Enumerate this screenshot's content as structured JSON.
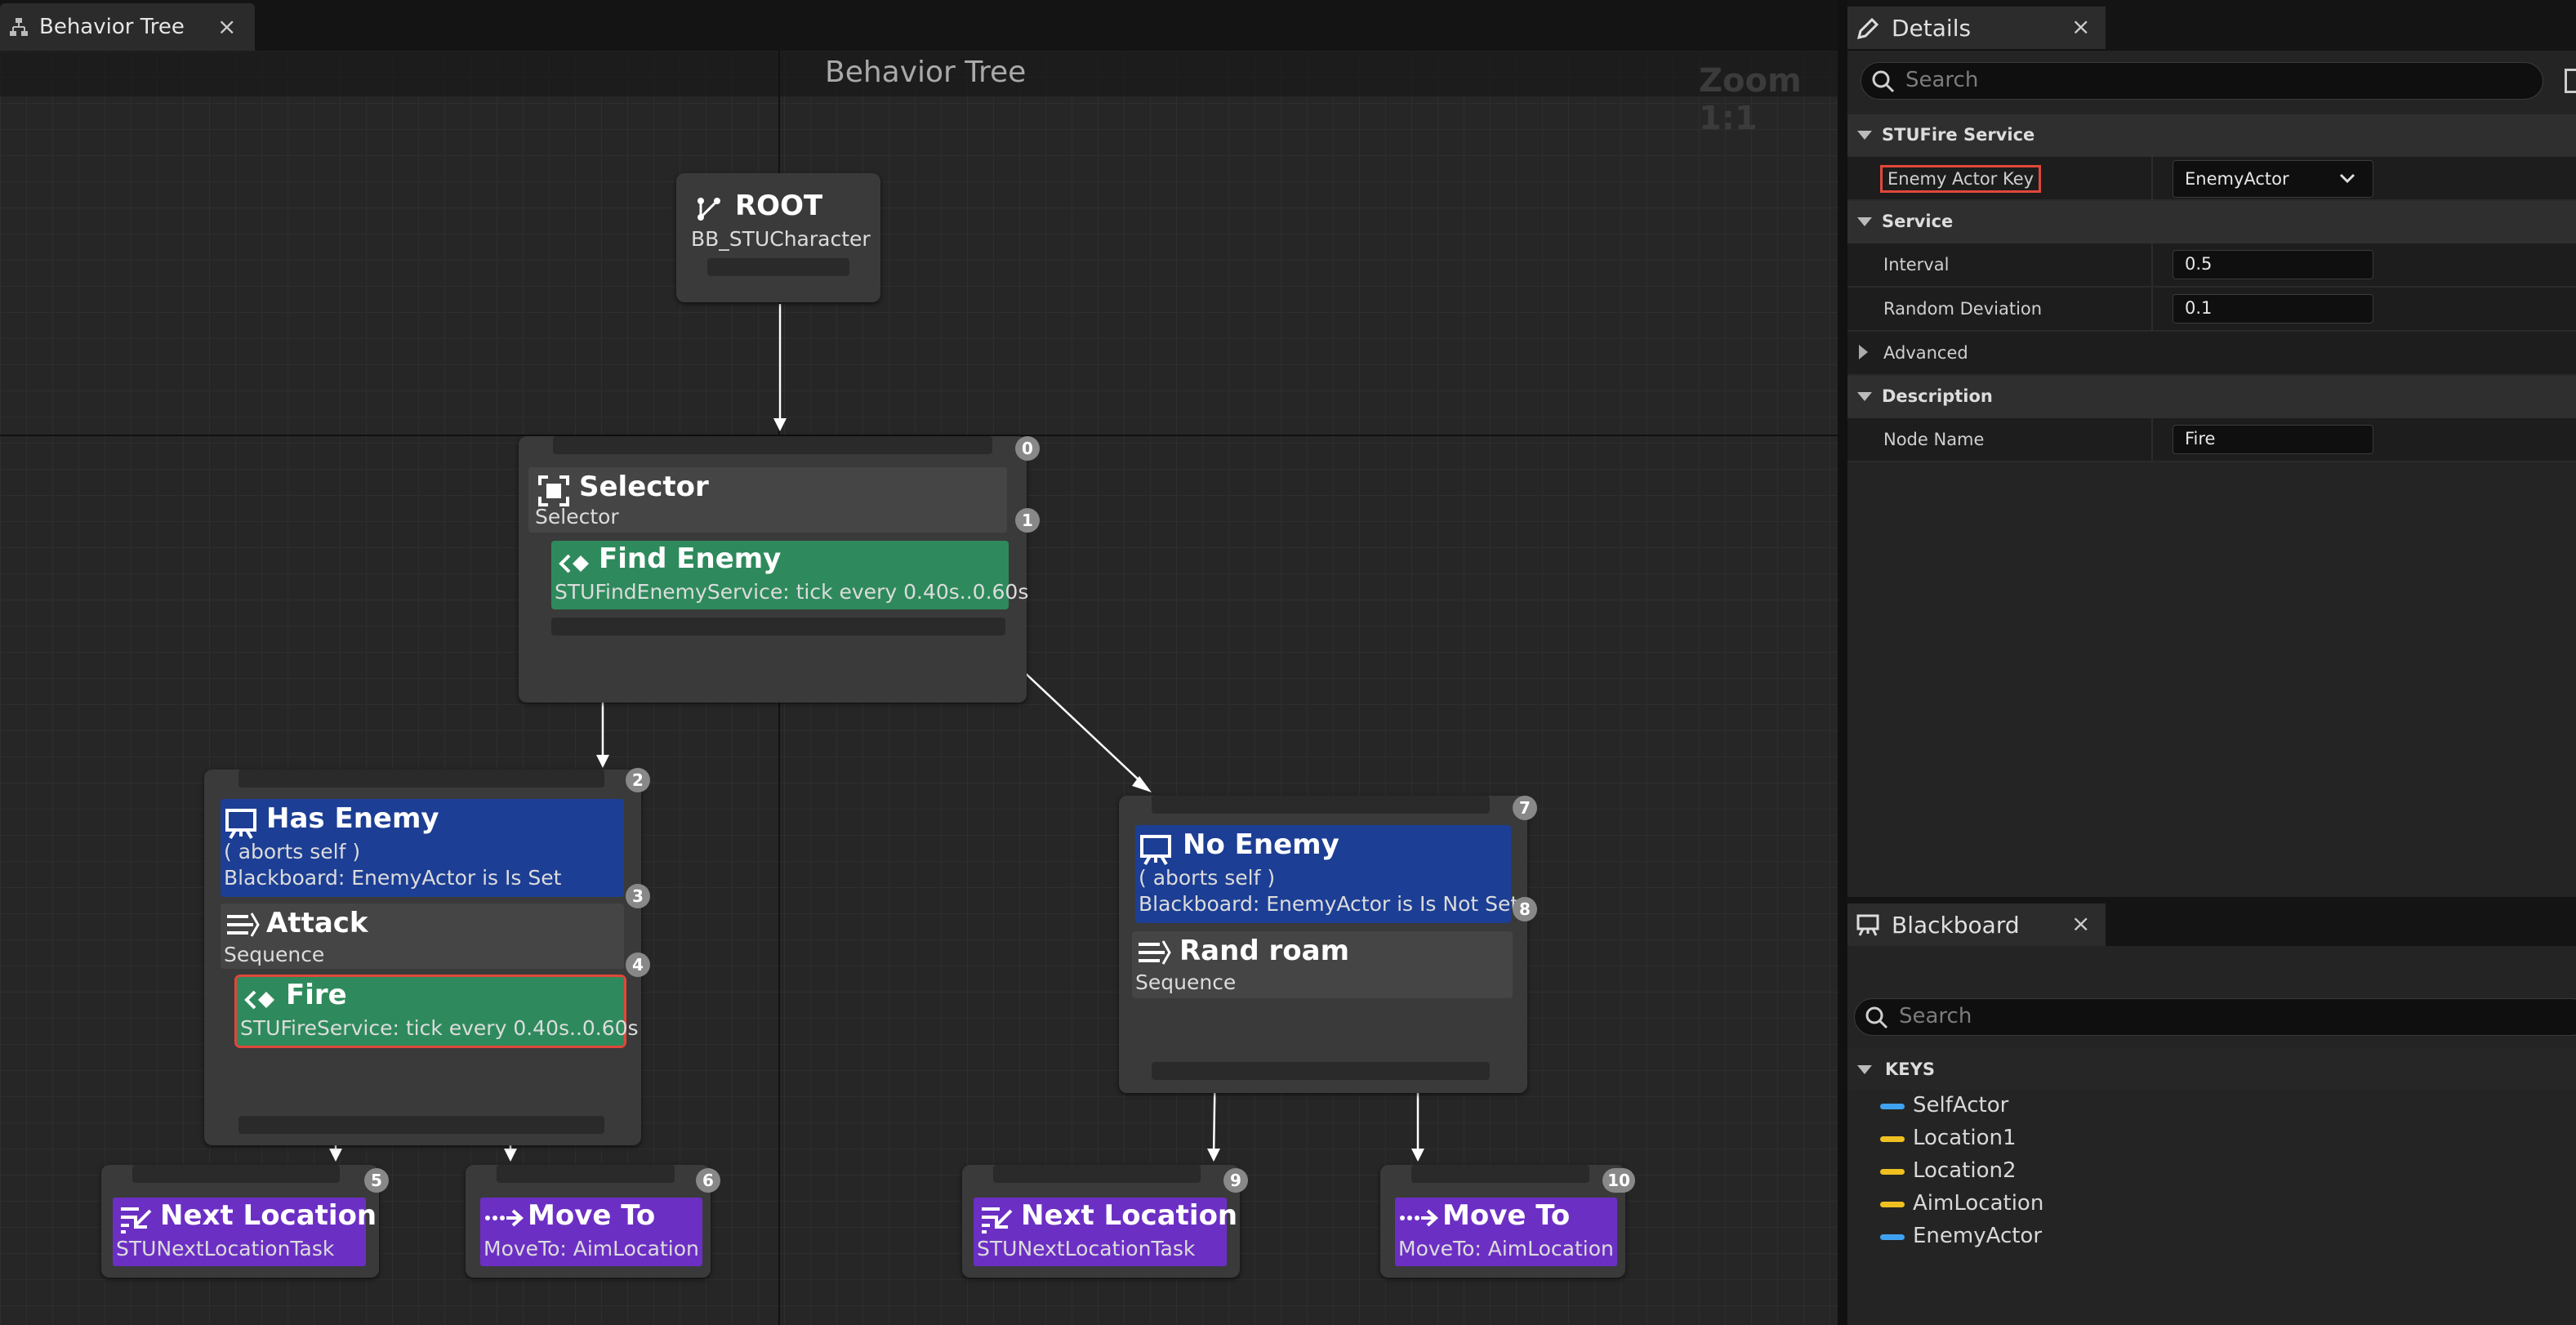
{
  "tab": {
    "title": "Behavior Tree",
    "close": "×"
  },
  "graph": {
    "title": "Behavior Tree",
    "zoom": "Zoom 1:1"
  },
  "nodes": {
    "root": {
      "title": "ROOT",
      "sub": "BB_STUCharacter"
    },
    "selector": {
      "index": "0",
      "title": "Selector",
      "sub": "Selector",
      "service": {
        "index": "1",
        "title": "Find Enemy",
        "sub": "STUFindEnemyService: tick every 0.40s..0.60s"
      }
    },
    "attack": {
      "index": "2",
      "decorator": {
        "index": "3",
        "title": "Has Enemy",
        "aborts": "( aborts self )",
        "sub": "Blackboard: EnemyActor is Is Set"
      },
      "composite": {
        "index": "4",
        "title": "Attack",
        "sub": "Sequence"
      },
      "service": {
        "title": "Fire",
        "sub": "STUFireService: tick every 0.40s..0.60s"
      }
    },
    "noenemy": {
      "index": "7",
      "decorator": {
        "index": "8",
        "title": "No Enemy",
        "aborts": "( aborts self )",
        "sub": "Blackboard: EnemyActor is Is Not Set"
      },
      "composite": {
        "title": "Rand roam",
        "sub": "Sequence"
      }
    },
    "task5": {
      "index": "5",
      "title": "Next Location",
      "sub": "STUNextLocationTask"
    },
    "task6": {
      "index": "6",
      "title": "Move To",
      "sub": "MoveTo: AimLocation"
    },
    "task9": {
      "index": "9",
      "title": "Next Location",
      "sub": "STUNextLocationTask"
    },
    "task10": {
      "index": "10",
      "title": "Move To",
      "sub": "MoveTo: AimLocation"
    }
  },
  "details": {
    "title": "Details",
    "close": "×",
    "search_placeholder": "Search",
    "sections": {
      "stufire": {
        "title": "STUFire Service",
        "enemy_key_label": "Enemy Actor Key",
        "enemy_key_value": "EnemyActor"
      },
      "service": {
        "title": "Service",
        "interval_label": "Interval",
        "interval_value": "0.5",
        "deviation_label": "Random Deviation",
        "deviation_value": "0.1"
      },
      "advanced": {
        "title": "Advanced"
      },
      "description": {
        "title": "Description",
        "node_name_label": "Node Name",
        "node_name_value": "Fire"
      }
    }
  },
  "blackboard": {
    "title": "Blackboard",
    "close": "×",
    "search_placeholder": "Search",
    "keys_header": "KEYS",
    "keys": [
      {
        "name": "SelfActor",
        "color": "#3fa2f0"
      },
      {
        "name": "Location1",
        "color": "#f0c020"
      },
      {
        "name": "Location2",
        "color": "#f0c020"
      },
      {
        "name": "AimLocation",
        "color": "#f0c020"
      },
      {
        "name": "EnemyActor",
        "color": "#3fa2f0"
      }
    ]
  },
  "colors": {
    "service": "#2e8a5c",
    "decorator": "#1c3e94",
    "task": "#6c2fc4",
    "selection": "#e0473a"
  }
}
